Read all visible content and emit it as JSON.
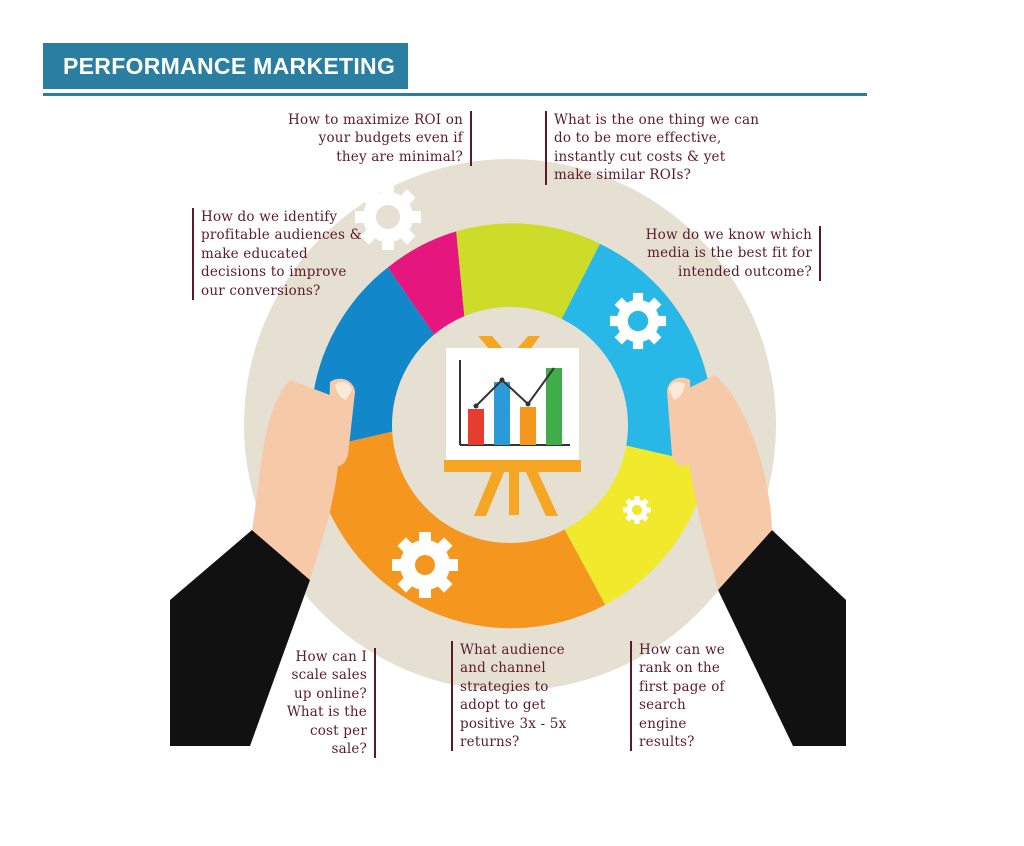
{
  "title": "PERFORMANCE MARKETING",
  "colors": {
    "title_bar": "#2a7ea2",
    "question_text": "#5b1a2a",
    "backdrop_disc": "#e5e0d2",
    "segment_blue": "#1287c9",
    "segment_magenta": "#e5177e",
    "segment_lime": "#cddc29",
    "segment_cyan": "#27b8e8",
    "segment_yellow": "#f0e92c",
    "segment_orange": "#f5961e",
    "sleeve": "#111111",
    "skin": "#f6c9a8"
  },
  "questions": {
    "roi": "How to maximize ROI on your budgets even if they are minimal?",
    "one_thing": "What is the one thing we can do to be more effective, instantly cut costs & yet make similar ROIs?",
    "audiences": "How do we identify profitable audiences & make educated decisions to improve our conversions?",
    "media": "How do we know which media is the best fit for intended outcome?",
    "scale": "How can I scale sales up online? What is the cost per sale?",
    "strategies": "What audience and channel strategies to adopt to get positive 3x - 5x returns?",
    "rank": "How can we rank on the first page of search engine results?"
  }
}
